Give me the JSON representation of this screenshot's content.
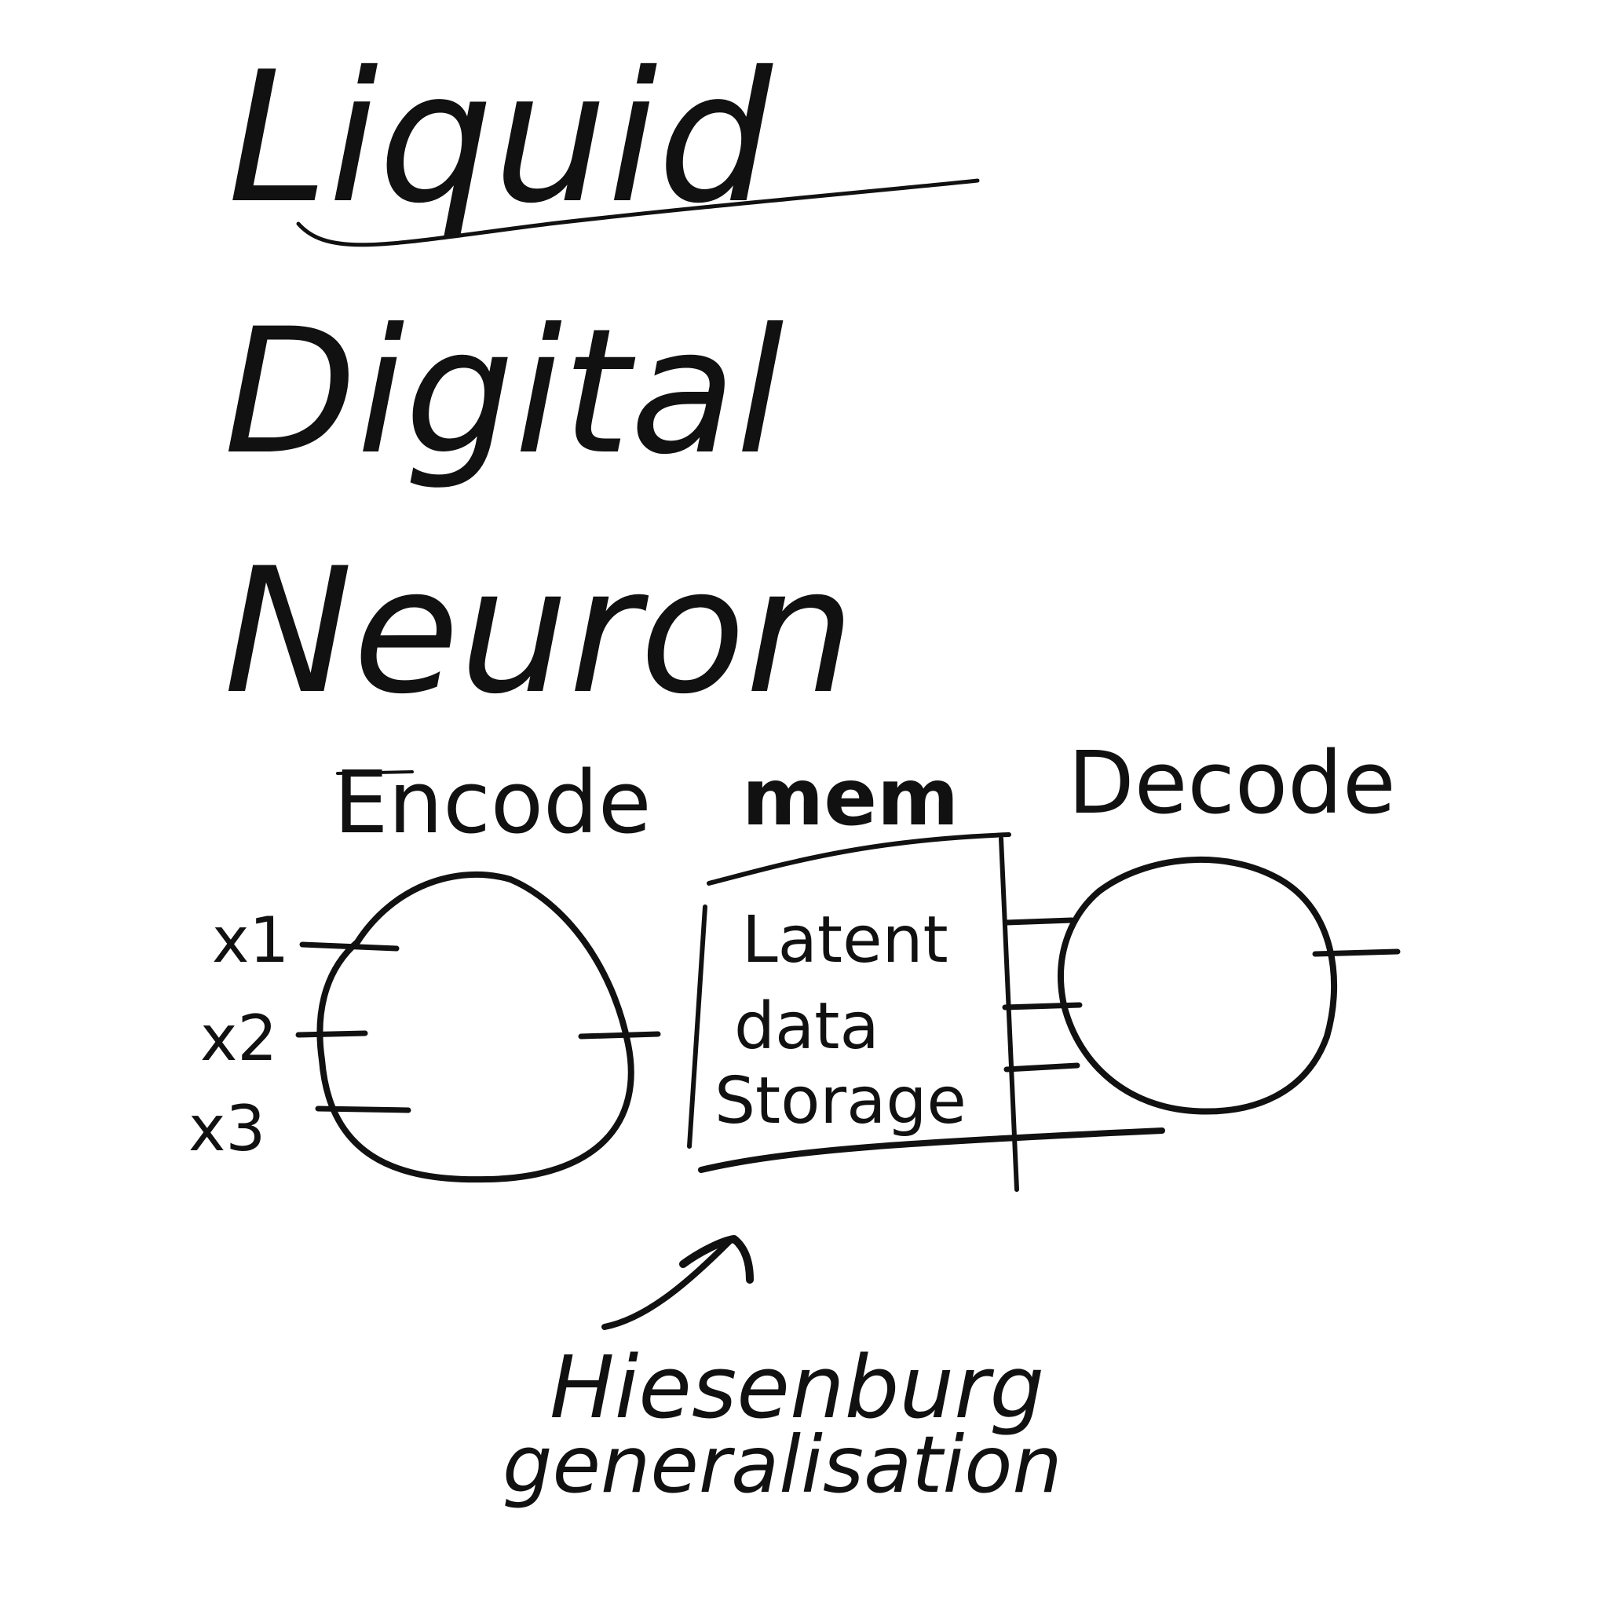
{
  "title": {
    "line1": "Liquid",
    "line2": "Digital",
    "line3": "Neuron"
  },
  "diagram": {
    "encode_label": "Encode",
    "mem_label": "mem",
    "decode_label": "Decode",
    "inputs": [
      "x1",
      "x2",
      "x3"
    ],
    "memory_box": {
      "line1": "Latent",
      "line2": "data",
      "line3": "Storage"
    },
    "annotation": {
      "line1": "Hiesenburg",
      "line2": "generalisation"
    }
  },
  "colors": {
    "ink": "#111111",
    "background": "#ffffff"
  }
}
